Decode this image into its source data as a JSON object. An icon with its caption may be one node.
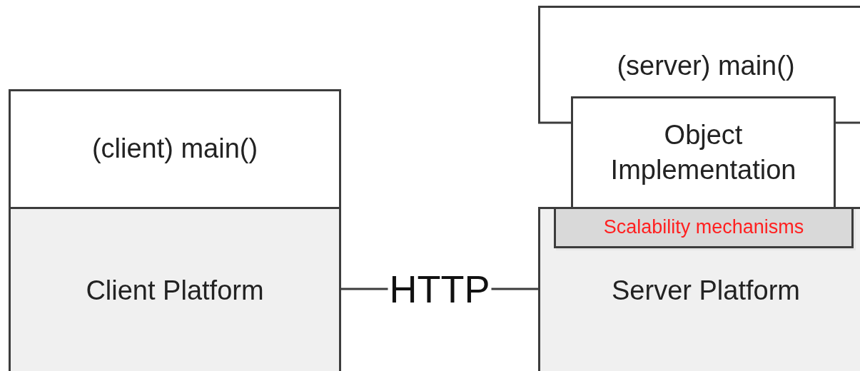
{
  "diagram": {
    "nodes": [
      {
        "text": [
          "(client) main()"
        ]
      },
      {
        "text": [
          "Client Platform"
        ]
      },
      {
        "text": [
          "(server) main()"
        ]
      },
      {
        "text": [
          "Object Implementation"
        ]
      },
      {
        "text": [
          "Server Platform"
        ]
      },
      {
        "text": [
          "Scalability mechanisms"
        ],
        "in": 4
      }
    ],
    "edges": [
      {
        "from": 1,
        "to": 4,
        "arrow": "none",
        "label": "HTTP"
      }
    ]
  }
}
